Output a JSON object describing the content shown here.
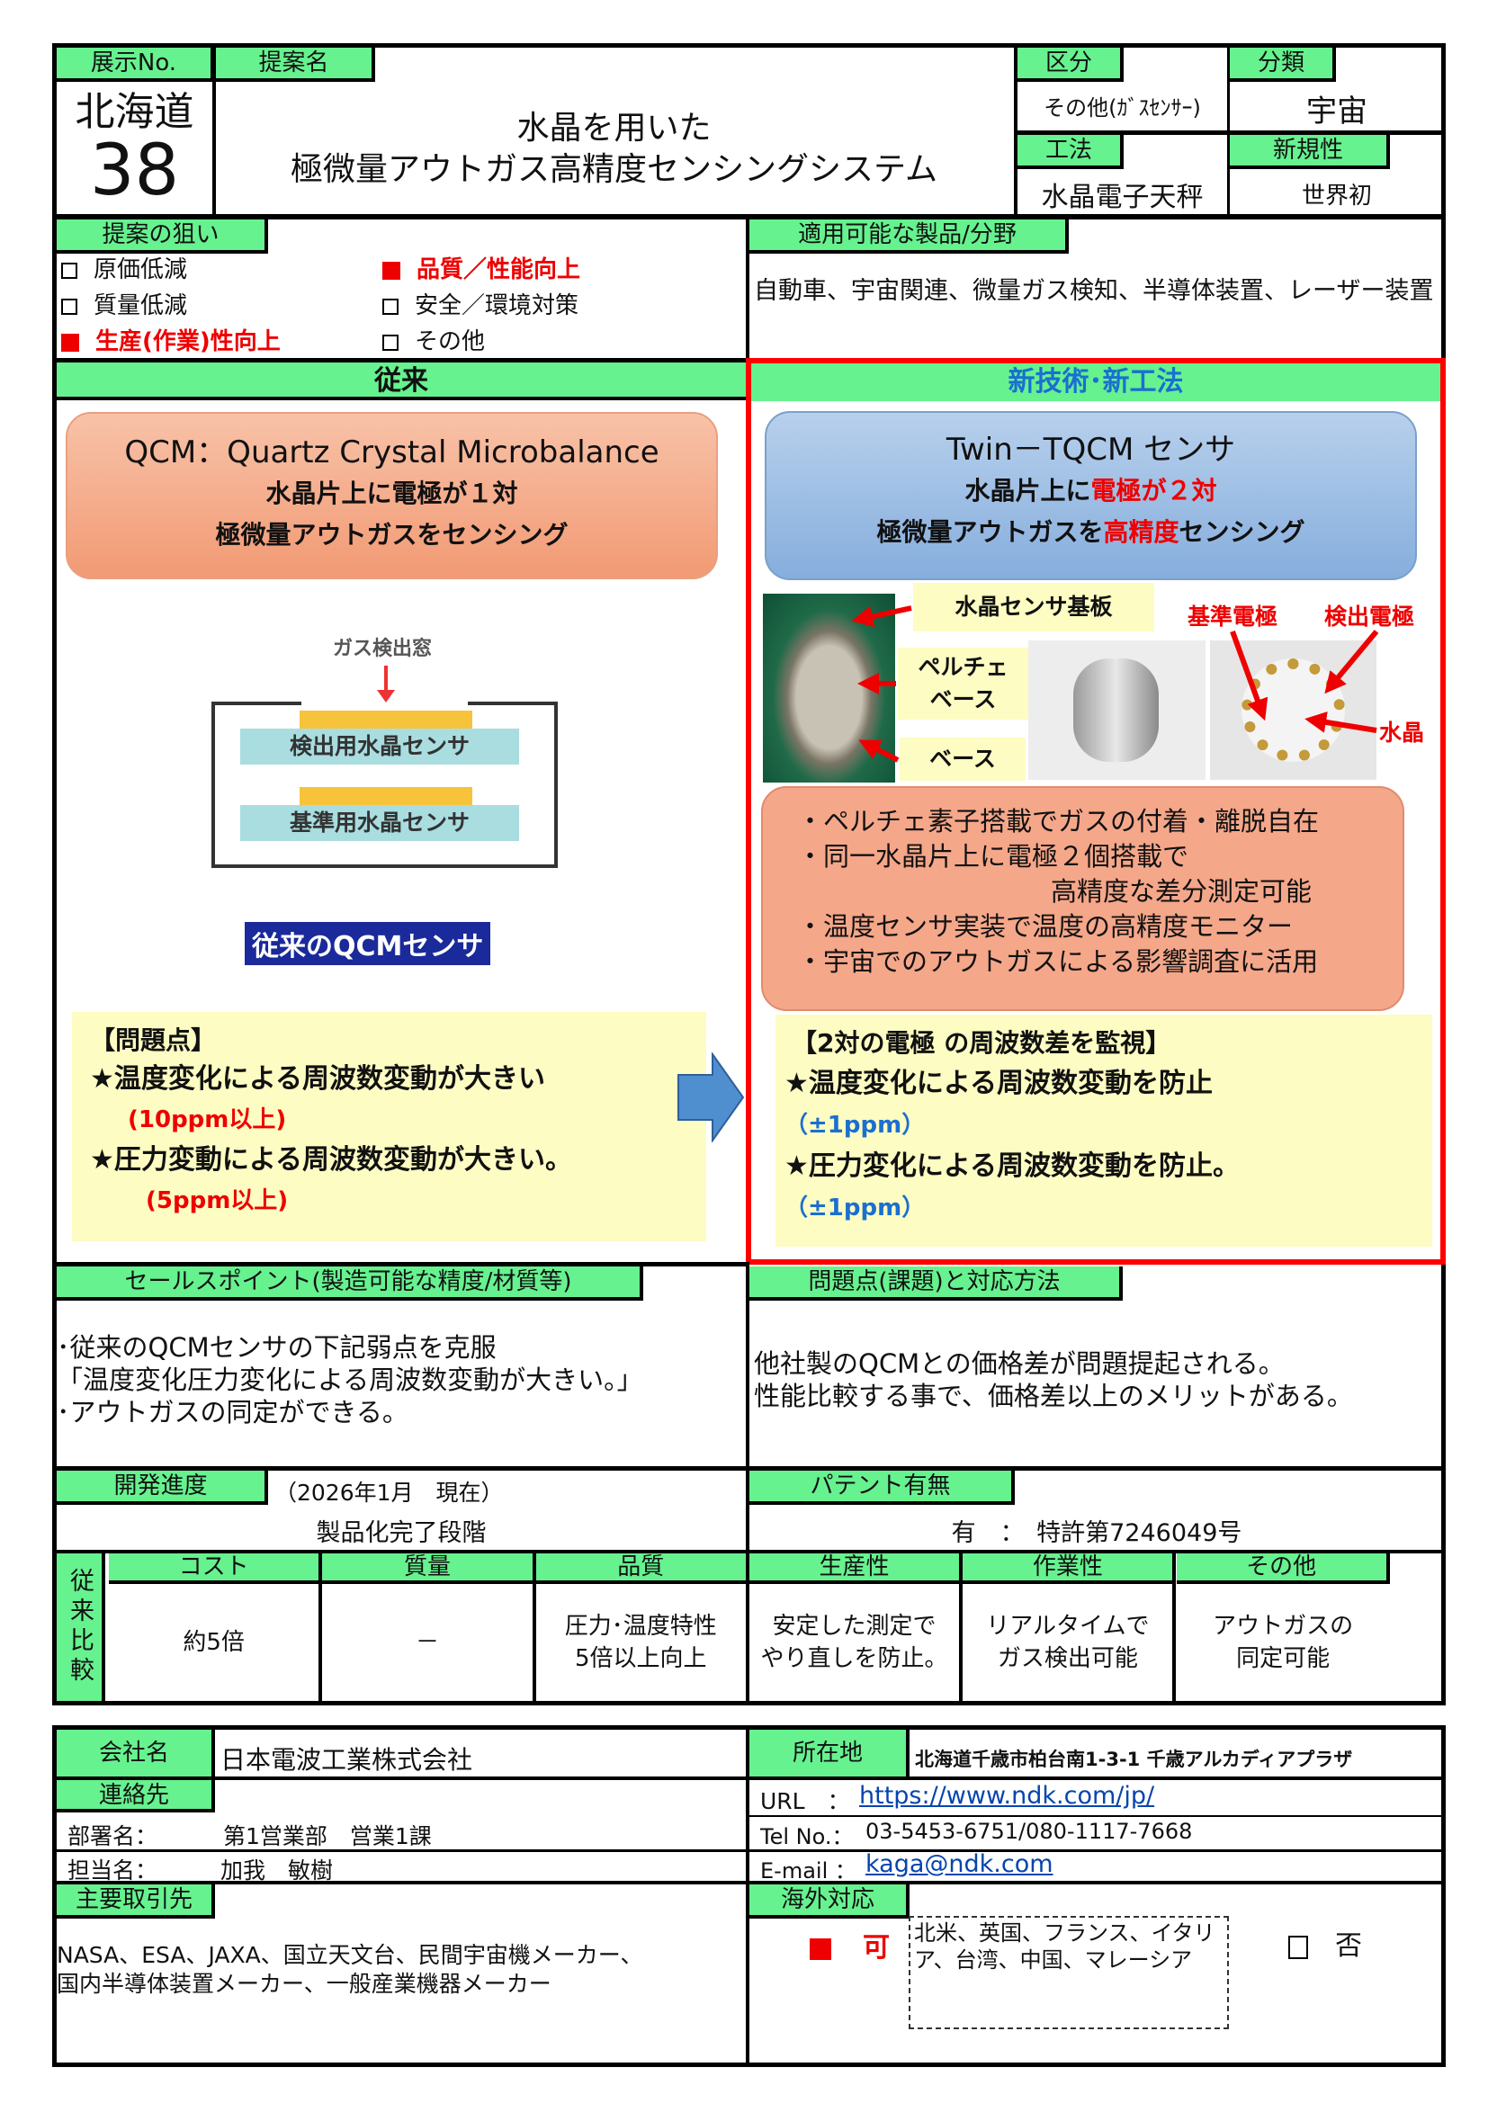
{
  "header": {
    "exhibit_label": "展示No.",
    "region": "北海道",
    "number": "38",
    "proposal_label": "提案名",
    "title_line1": "水晶を用いた",
    "title_line2": "極微量アウトガス高精度センシングシステム",
    "category_label": "区分",
    "category_value": "その他(ｶﾞｽｾﾝｻｰ)",
    "class_label": "分類",
    "class_value": "宇宙",
    "method_label": "工法",
    "method_value": "水晶電子天秤",
    "novelty_label": "新規性",
    "novelty_value": "世界初"
  },
  "aims": {
    "label": "提案の狙い",
    "items": [
      {
        "text": "原価低減",
        "checked": false
      },
      {
        "text": "質量低減",
        "checked": false
      },
      {
        "text": "生産(作業)性向上",
        "checked": true
      },
      {
        "text": "品質／性能向上",
        "checked": true
      },
      {
        "text": "安全／環境対策",
        "checked": false
      },
      {
        "text": "その他",
        "checked": false
      }
    ]
  },
  "applicable": {
    "label": "適用可能な製品/分野",
    "text": "自動車、宇宙関連、微量ガス検知、半導体装置、レーザー装置"
  },
  "conventional": {
    "header": "従来",
    "pill_title": "QCM：Quartz Crystal Microbalance",
    "pill_line2": "水晶片上に電極が１対",
    "pill_line3": "極微量アウトガスをセンシング",
    "diagram_window": "ガス検出窓",
    "diagram_detect": "検出用水晶センサ",
    "diagram_ref": "基準用水晶センサ",
    "diagram_caption": "従来のQCMセンサ",
    "problems_title": "【問題点】",
    "problem1": "★温度変化による周波数変動が大きい",
    "problem1_note": "(10ppm以上)",
    "problem2": "★圧力変動による周波数変動が大きい。",
    "problem2_note": "(5ppm以上)"
  },
  "new_tech": {
    "header": "新技術･新工法",
    "pill_title": "Twin－TQCM センサ",
    "pill_line2_a": "水晶片上に",
    "pill_line2_b": "電極が２対",
    "pill_line3_a": "極微量アウトガスを",
    "pill_line3_b": "高精度",
    "pill_line3_c": "センシング",
    "label_board": "水晶センサ基板",
    "label_peltier": "ペルチェ\nベース",
    "label_base": "ベース",
    "label_ref_electrode": "基準電極",
    "label_detect_electrode": "検出電極",
    "label_crystal": "水晶",
    "features": [
      "・ペルチェ素子搭載でガスの付着・離脱自在",
      "・同一水晶片上に電極２個搭載で",
      "高精度な差分測定可能",
      "・温度センサ実装で温度の高精度モニター",
      "・宇宙でのアウトガスによる影響調査に活用"
    ],
    "solution_title": "【2対の電極 の周波数差を監視】",
    "solution1": "★温度変化による周波数変動を防止",
    "solution1_note": "（±1ppm）",
    "solution2": "★圧力変化による周波数変動を防止。",
    "solution2_note": "（±1ppm）"
  },
  "sales": {
    "label": "セールスポイント(製造可能な精度/材質等)",
    "lines": [
      "･従来のQCMセンサの下記弱点を克服",
      "「温度変化圧力変化による周波数変動が大きい。」",
      "･アウトガスの同定ができる。"
    ]
  },
  "issues": {
    "label": "問題点(課題)と対応方法",
    "lines": [
      "他社製のQCMとの価格差が問題提起される。",
      "性能比較する事で、価格差以上のメリットがある。"
    ]
  },
  "progress": {
    "label": "開発進度",
    "date": "（2026年1月　現在）",
    "status": "製品化完了段階"
  },
  "patent": {
    "label": "パテント有無",
    "value": "有　：　特許第7246049号"
  },
  "comparison": {
    "side_label": "従来比較",
    "columns": [
      {
        "h": "コスト",
        "v": "約5倍"
      },
      {
        "h": "質量",
        "v": "－"
      },
      {
        "h": "品質",
        "v": "圧力･温度特性\n5倍以上向上"
      },
      {
        "h": "生産性",
        "v": "安定した測定で\nやり直しを防止。"
      },
      {
        "h": "作業性",
        "v": "リアルタイムで\nガス検出可能"
      },
      {
        "h": "その他",
        "v": "アウトガスの\n同定可能"
      }
    ]
  },
  "company": {
    "name_label": "会社名",
    "name": "日本電波工業株式会社",
    "address_label": "所在地",
    "address": "北海道千歳市柏台南1-3-1 千歳アルカディアプラザ",
    "contact_label": "連絡先",
    "dept_label": "部署名：",
    "dept": "第1営業部　営業1課",
    "person_label": "担当名：",
    "person": "加我　敏樹",
    "url_label": "URL　：",
    "url": "https://www.ndk.com/jp/",
    "tel_label": "Tel No.：",
    "tel": "03-5453-6751/080-1117-7668",
    "email_label": "E-mail ：",
    "email": "kaga@ndk.com",
    "clients_label": "主要取引先",
    "clients_line1": "NASA、ESA、JAXA、国立天文台、民間宇宙機メーカー、",
    "clients_line2": "国内半導体装置メーカー、一般産業機器メーカー",
    "overseas_label": "海外対応",
    "overseas_yes": "可",
    "overseas_yes_checked": true,
    "overseas_countries": "北米、英国、フランス、イタリア、台湾、中国、マレーシア",
    "overseas_no": "否",
    "overseas_no_checked": false
  }
}
